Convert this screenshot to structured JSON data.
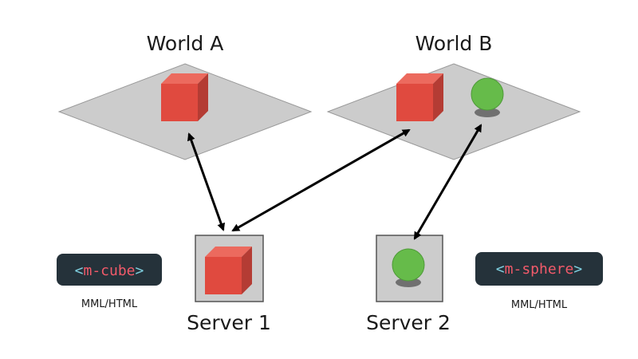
{
  "worlds": [
    {
      "title": "World A"
    },
    {
      "title": "World B"
    }
  ],
  "servers": [
    {
      "label": "Server 1"
    },
    {
      "label": "Server 2"
    }
  ],
  "code_badges": [
    {
      "open_bracket": "<",
      "tag": "m-cube",
      "close_bracket": ">",
      "caption": "MML/HTML"
    },
    {
      "open_bracket": "<",
      "tag": "m-sphere",
      "close_bracket": ">",
      "caption": "MML/HTML"
    }
  ],
  "colors": {
    "plane": "#cccccc",
    "cube": "#e04a3f",
    "sphere": "#66bb4a",
    "badge_bg": "#25323a",
    "bracket": "#7fd0e0",
    "tag": "#f25a6a"
  }
}
